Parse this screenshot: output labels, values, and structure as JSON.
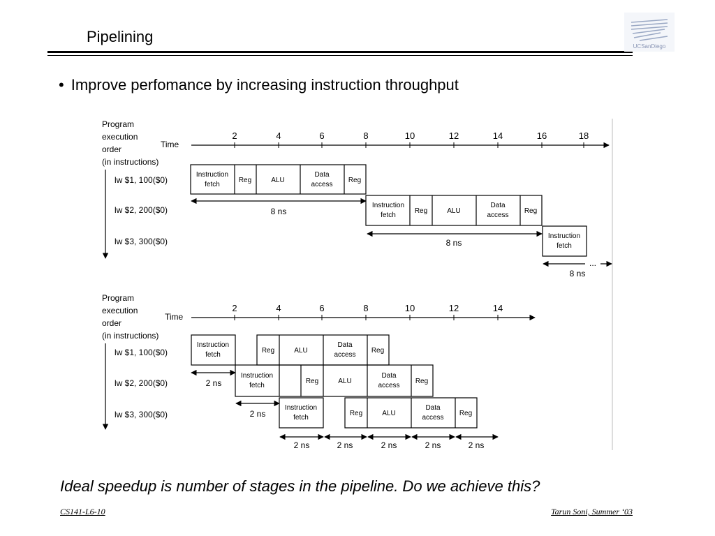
{
  "slide": {
    "title": "Pipelining",
    "bullet": "Improve perfomance by increasing instruction throughput",
    "conclusion": "Ideal speedup is number of stages in the pipeline.  Do we achieve this?",
    "footer_left": "CS141-L6-10",
    "footer_right": "Tarun Soni, Summer ‘03",
    "logo_text": "UCSanDiego"
  },
  "diagram": {
    "axis_label_lines": [
      "Program",
      "execution",
      "order",
      "(in instructions)"
    ],
    "time_label": "Time",
    "instructions": [
      "lw $1, 100($0)",
      "lw $2, 200($0)",
      "lw $3, 300($0)"
    ],
    "stage_labels": {
      "ifetch": [
        "Instruction",
        "fetch"
      ],
      "reg": "Reg",
      "alu": "ALU",
      "data": [
        "Data",
        "access"
      ]
    },
    "top": {
      "ticks": [
        "2",
        "4",
        "6",
        "8",
        "10",
        "12",
        "14",
        "16",
        "18"
      ],
      "spans": [
        "8 ns",
        "8 ns",
        "8 ns"
      ],
      "ellipsis": "..."
    },
    "bottom": {
      "ticks": [
        "2",
        "4",
        "6",
        "8",
        "10",
        "12",
        "14"
      ],
      "offsets": [
        "2 ns",
        "2 ns"
      ],
      "stage_times": [
        "2 ns",
        "2 ns",
        "2 ns",
        "2 ns",
        "2 ns"
      ]
    }
  }
}
